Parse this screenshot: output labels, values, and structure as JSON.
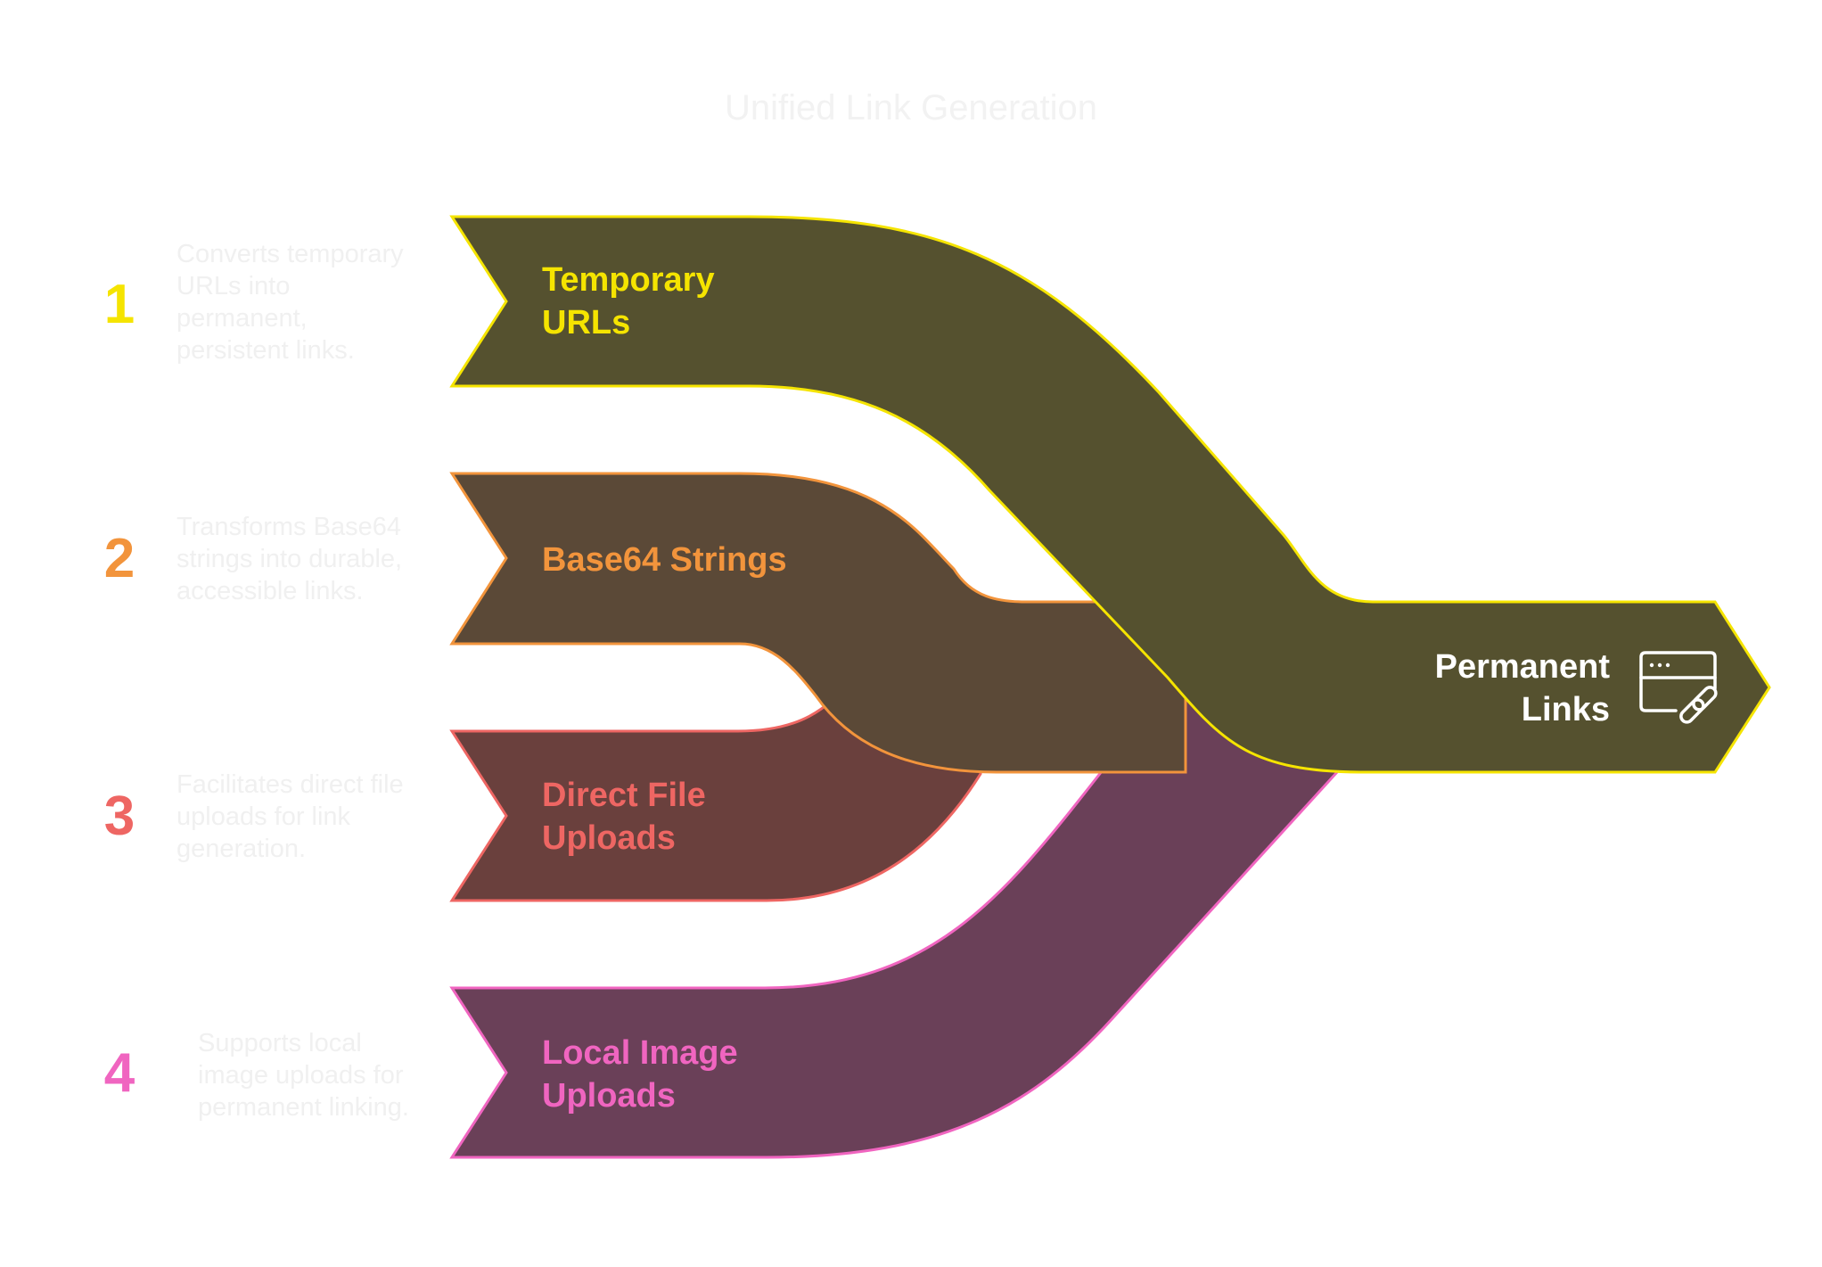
{
  "title": "Unified Link Generation",
  "inputs": [
    {
      "number": "1",
      "label_lines": [
        "Temporary",
        "URLs"
      ],
      "description_lines": [
        "Converts temporary",
        "URLs into",
        "permanent,",
        "persistent links."
      ],
      "color": "#f5e400",
      "fill": "#55512f"
    },
    {
      "number": "2",
      "label_lines": [
        "Base64 Strings"
      ],
      "description_lines": [
        "Transforms Base64",
        "strings into durable,",
        "accessible links."
      ],
      "color": "#f2943c",
      "fill": "#5b4937"
    },
    {
      "number": "3",
      "label_lines": [
        "Direct File",
        "Uploads"
      ],
      "description_lines": [
        "Facilitates direct file",
        "uploads for link",
        "generation."
      ],
      "color": "#ee6663",
      "fill": "#6a403d"
    },
    {
      "number": "4",
      "label_lines": [
        "Local Image",
        "Uploads"
      ],
      "description_lines": [
        "Supports local",
        "image uploads for",
        "permanent linking."
      ],
      "color": "#f065c0",
      "fill": "#6a4058"
    }
  ],
  "output": {
    "label_lines": [
      "Permanent",
      "Links"
    ],
    "icon": "browser-link-icon",
    "text_color": "#ffffff",
    "fill": "#55512f",
    "stroke": "#f5e400"
  }
}
